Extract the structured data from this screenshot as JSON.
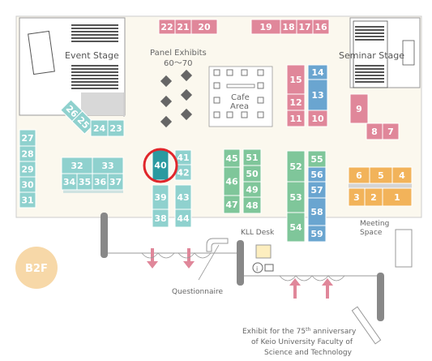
{
  "floor": {
    "label": "B2F"
  },
  "areas": {
    "event_stage": "Event Stage",
    "seminar_stage": "Seminar Stage",
    "panel_exhibits": "Panel Exhibits",
    "panel_exhibits_range": "60～70",
    "cafe_area_line1": "Cafe",
    "cafe_area_line2": "Area",
    "kll_desk": "KLL Desk",
    "meeting_space_line1": "Meeting",
    "meeting_space_line2": "Space",
    "questionnaire": "Questionnaire",
    "exhibit_note_line1": "Exhibit for the 75",
    "exhibit_note_sup": "th",
    "exhibit_note_line1b": " anniversary",
    "exhibit_note_line2": "of Keio University Faculty of",
    "exhibit_note_line3": "Science and Technology"
  },
  "highlighted_booth": "40",
  "colors": {
    "pink": "#e0879a",
    "teal": "#8fd1ce",
    "green": "#7fc69a",
    "blue": "#6aa5d0",
    "orange": "#f2b35a",
    "highlight_fill": "#2a9aa0",
    "highlight_ring": "#e0262b",
    "floor_badge": "#f7d8a8",
    "hall": "#fbf8ee"
  },
  "booths": [
    {
      "id": "22",
      "color": "pink"
    },
    {
      "id": "21",
      "color": "pink"
    },
    {
      "id": "20",
      "color": "pink"
    },
    {
      "id": "19",
      "color": "pink"
    },
    {
      "id": "18",
      "color": "pink"
    },
    {
      "id": "17",
      "color": "pink"
    },
    {
      "id": "16",
      "color": "pink"
    },
    {
      "id": "15",
      "color": "pink"
    },
    {
      "id": "12",
      "color": "pink"
    },
    {
      "id": "11",
      "color": "pink"
    },
    {
      "id": "14",
      "color": "blue"
    },
    {
      "id": "13",
      "color": "blue"
    },
    {
      "id": "10",
      "color": "pink"
    },
    {
      "id": "9",
      "color": "pink"
    },
    {
      "id": "8",
      "color": "pink"
    },
    {
      "id": "7",
      "color": "pink"
    },
    {
      "id": "6",
      "color": "orange"
    },
    {
      "id": "5",
      "color": "orange"
    },
    {
      "id": "4",
      "color": "orange"
    },
    {
      "id": "3",
      "color": "orange"
    },
    {
      "id": "2",
      "color": "orange"
    },
    {
      "id": "1",
      "color": "orange"
    },
    {
      "id": "26",
      "color": "teal"
    },
    {
      "id": "25",
      "color": "teal"
    },
    {
      "id": "24",
      "color": "teal"
    },
    {
      "id": "23",
      "color": "teal"
    },
    {
      "id": "27",
      "color": "teal"
    },
    {
      "id": "28",
      "color": "teal"
    },
    {
      "id": "29",
      "color": "teal"
    },
    {
      "id": "30",
      "color": "teal"
    },
    {
      "id": "31",
      "color": "teal"
    },
    {
      "id": "32",
      "color": "teal"
    },
    {
      "id": "33",
      "color": "teal"
    },
    {
      "id": "34",
      "color": "teal"
    },
    {
      "id": "35",
      "color": "teal"
    },
    {
      "id": "36",
      "color": "teal"
    },
    {
      "id": "37",
      "color": "teal"
    },
    {
      "id": "40",
      "color": "highlight"
    },
    {
      "id": "41",
      "color": "teal"
    },
    {
      "id": "42",
      "color": "teal"
    },
    {
      "id": "39",
      "color": "teal"
    },
    {
      "id": "43",
      "color": "teal"
    },
    {
      "id": "38",
      "color": "teal"
    },
    {
      "id": "44",
      "color": "teal"
    },
    {
      "id": "45",
      "color": "green"
    },
    {
      "id": "46",
      "color": "green"
    },
    {
      "id": "47",
      "color": "green"
    },
    {
      "id": "51",
      "color": "green"
    },
    {
      "id": "50",
      "color": "green"
    },
    {
      "id": "49",
      "color": "green"
    },
    {
      "id": "48",
      "color": "green"
    },
    {
      "id": "52",
      "color": "green"
    },
    {
      "id": "53",
      "color": "green"
    },
    {
      "id": "54",
      "color": "green"
    },
    {
      "id": "55",
      "color": "green"
    },
    {
      "id": "56",
      "color": "blue"
    },
    {
      "id": "57",
      "color": "blue"
    },
    {
      "id": "58",
      "color": "blue"
    },
    {
      "id": "59",
      "color": "blue"
    }
  ]
}
